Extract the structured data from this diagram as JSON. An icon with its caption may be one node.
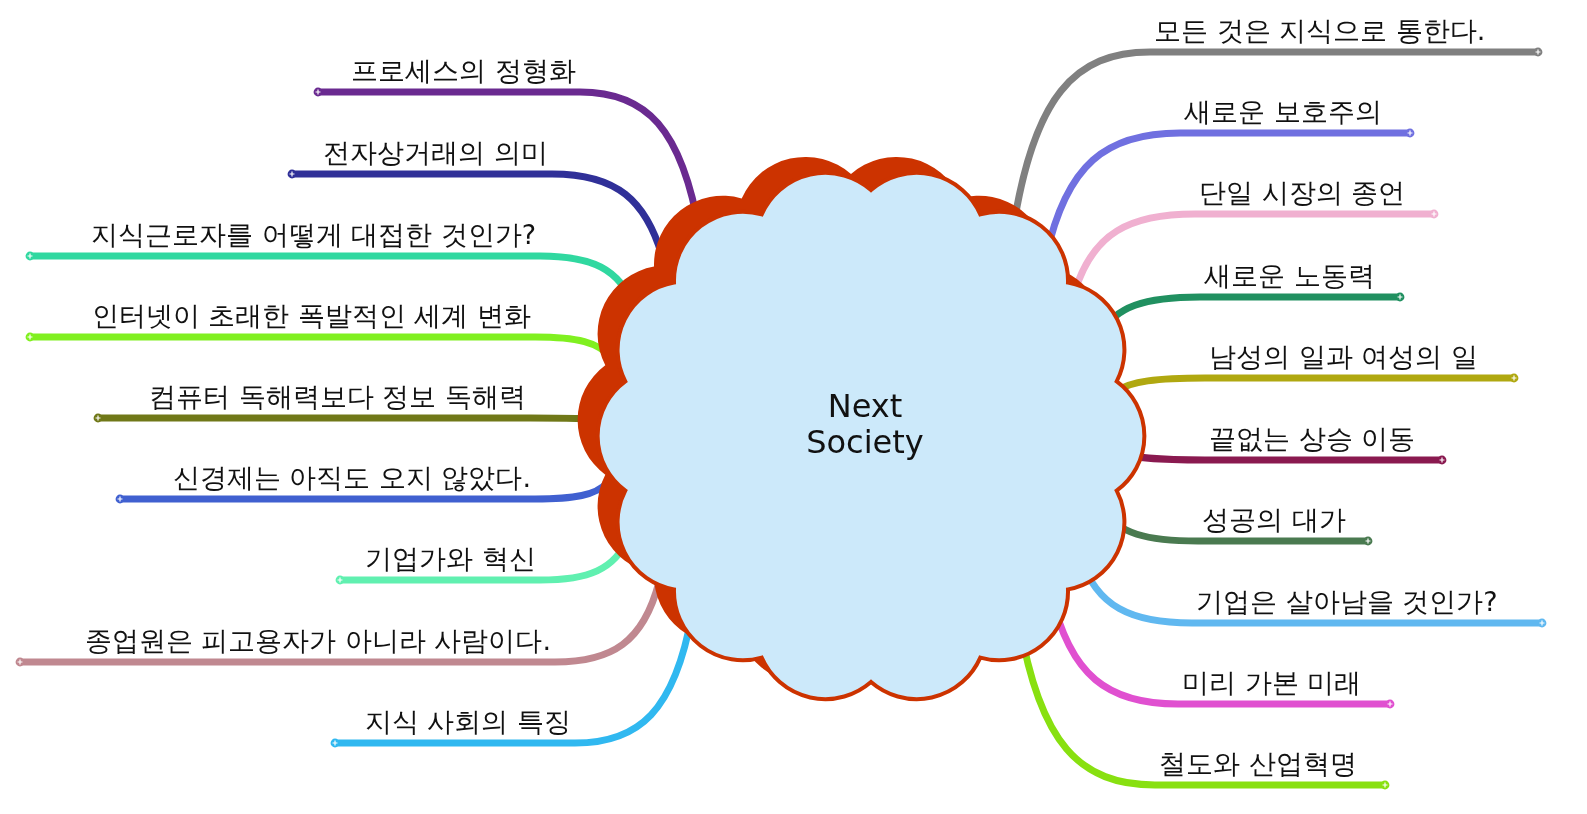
{
  "diagram": {
    "nodes": [
      {
        "text": [
          "Next Society"
        ]
      },
      {
        "text": [
          "모든 것은 지식으로 통한다."
        ]
      },
      {
        "text": [
          "새로운 보호주의"
        ]
      },
      {
        "text": [
          "단일 시장의 종언"
        ]
      },
      {
        "text": [
          "새로운 노동력"
        ]
      },
      {
        "text": [
          "남성의 일과 여성의 일"
        ]
      },
      {
        "text": [
          "끝없는 상승 이동"
        ]
      },
      {
        "text": [
          "성공의 대가"
        ]
      },
      {
        "text": [
          "기업은 살아남을 것인가?"
        ]
      },
      {
        "text": [
          "미리 가본 미래"
        ]
      },
      {
        "text": [
          "철도와 산업혁명"
        ]
      },
      {
        "text": [
          "프로세스의 정형화"
        ]
      },
      {
        "text": [
          "전자상거래의 의미"
        ]
      },
      {
        "text": [
          "지식근로자를 어떻게 대접한 것인가?"
        ]
      },
      {
        "text": [
          "인터넷이 초래한 폭발적인 세계 변화"
        ]
      },
      {
        "text": [
          "컴퓨터 독해력보다 정보 독해력"
        ]
      },
      {
        "text": [
          "신경제는 아직도 오지 않았다."
        ]
      },
      {
        "text": [
          "기업가와 혁신"
        ]
      },
      {
        "text": [
          "종업원은 피고용자가 아니라 사람이다."
        ]
      },
      {
        "text": [
          "지식 사회의 특징"
        ]
      }
    ],
    "edges": [
      {
        "from": 0,
        "to": 1,
        "arrow": "other",
        "color": "#808080"
      },
      {
        "from": 0,
        "to": 2,
        "arrow": "other",
        "color": "#7070e0"
      },
      {
        "from": 0,
        "to": 3,
        "arrow": "other",
        "color": "#f0b0d0"
      },
      {
        "from": 0,
        "to": 4,
        "arrow": "other",
        "color": "#209060"
      },
      {
        "from": 0,
        "to": 5,
        "arrow": "other",
        "color": "#b0a810"
      },
      {
        "from": 0,
        "to": 6,
        "arrow": "other",
        "color": "#8a1a50"
      },
      {
        "from": 0,
        "to": 7,
        "arrow": "other",
        "color": "#4a7a50"
      },
      {
        "from": 0,
        "to": 8,
        "arrow": "other",
        "color": "#60b8f0"
      },
      {
        "from": 0,
        "to": 9,
        "arrow": "other",
        "color": "#e050d0"
      },
      {
        "from": 0,
        "to": 10,
        "arrow": "other",
        "color": "#88e010"
      },
      {
        "from": 0,
        "to": 11,
        "arrow": "other",
        "color": "#6a2a90"
      },
      {
        "from": 0,
        "to": 12,
        "arrow": "other",
        "color": "#303098"
      },
      {
        "from": 0,
        "to": 13,
        "arrow": "other",
        "color": "#30d8a0"
      },
      {
        "from": 0,
        "to": 14,
        "arrow": "other",
        "color": "#80f020"
      },
      {
        "from": 0,
        "to": 15,
        "arrow": "other",
        "color": "#707818"
      },
      {
        "from": 0,
        "to": 16,
        "arrow": "other",
        "color": "#4060d0"
      },
      {
        "from": 0,
        "to": 17,
        "arrow": "other",
        "color": "#60f0b0"
      },
      {
        "from": 0,
        "to": 18,
        "arrow": "other",
        "color": "#c08890"
      },
      {
        "from": 0,
        "to": 19,
        "arrow": "other",
        "color": "#30b8f0"
      }
    ]
  }
}
